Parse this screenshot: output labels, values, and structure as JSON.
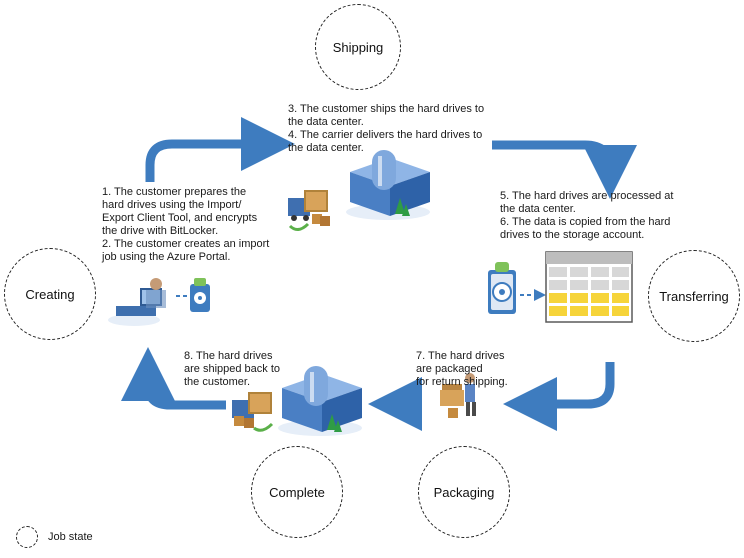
{
  "states": {
    "shipping": "Shipping",
    "transferring": "Transferring",
    "packaging": "Packaging",
    "complete": "Complete",
    "creating": "Creating"
  },
  "steps": {
    "shipping_note": "3. The customer ships the hard drives to\nthe data center.\n4. The carrier delivers the hard drives to\nthe data center.",
    "creating_note": "1. The customer prepares the\nhard drives using the Import/\nExport Client Tool, and encrypts\nthe drive with BitLocker.\n2. The customer creates an import\njob using the Azure Portal.",
    "transferring_note": "5. The hard drives are processed at\nthe data center.\n6. The data is copied from the hard\ndrives to the storage account.",
    "packaging_note": "7. The hard drives\nare packaged\nfor return shipping.",
    "complete_note": "8. The hard drives\nare shipped back to\nthe customer."
  },
  "legend": {
    "label": "Job state"
  },
  "colors": {
    "arrow": "#3e7cbf",
    "building": "#5a8fd0",
    "storage_header": "#3b7bc9",
    "storage_highlight": "#f6d43a",
    "icon_green": "#5bb04a"
  }
}
